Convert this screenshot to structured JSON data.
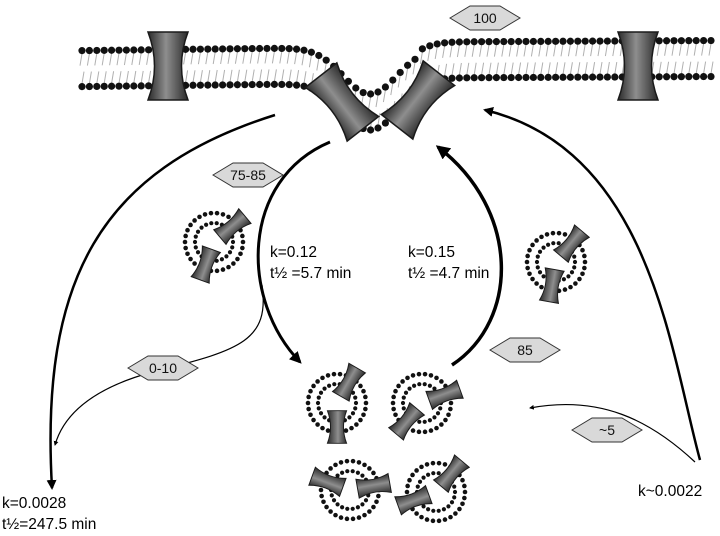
{
  "badges": {
    "top": "100",
    "endocytosis": "75-85",
    "degradation_fraction": "0-10",
    "fast_recycling": "85",
    "slow_recycling": "~5"
  },
  "rates": {
    "endocytosis": {
      "k": "k=0.12",
      "half_life": "t½ =5.7 min"
    },
    "fast_recycling": {
      "k": "k=0.15",
      "half_life": "t½ =4.7 min"
    },
    "degradation": {
      "k": "k=0.0028",
      "half_life": "t½=247.5 min"
    },
    "slow_recycling": {
      "k": "k~0.0022"
    }
  },
  "colors": {
    "badge_fill": "#d9d9d9",
    "lipid_head": "#111111",
    "channel_dark": "#3a3a3a",
    "channel_light": "#9a9a9a"
  },
  "icons": [
    "membrane-bilayer",
    "ion-channel-icon",
    "vesicle-icon",
    "arrow"
  ]
}
